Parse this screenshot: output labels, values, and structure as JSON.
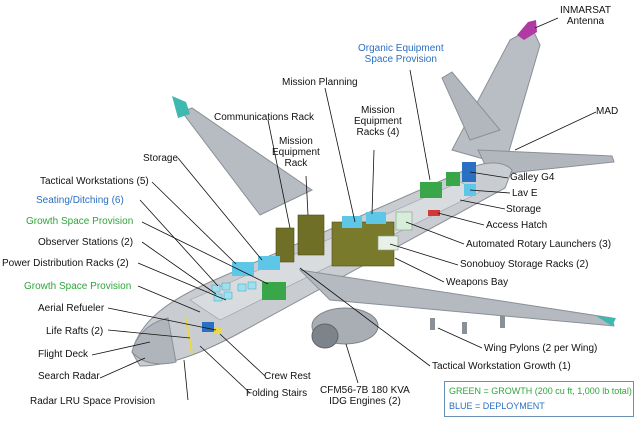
{
  "colors": {
    "growth": "#2fa63a",
    "deployment": "#2a6fc2",
    "fuselage": "#c9ccd0",
    "wing": "#b7bcc2",
    "tip_teal": "#3fb8b0",
    "antenna": "#b03aa3"
  },
  "labels": {
    "inmarsat": "INMARSAT",
    "antenna": "Antenna",
    "organic_equipment": "Organic Equipment",
    "space_provision": "Space Provision",
    "mission_planning": "Mission Planning",
    "communications_rack": "Communications Rack",
    "mission_equipment_racks_1": "Mission",
    "mission_equipment_racks_2": "Equipment",
    "mission_equipment_racks_3": "Racks (4)",
    "mission_equipment_rack_1": "Mission",
    "mission_equipment_rack_2": "Equipment",
    "mission_equipment_rack_3": "Rack",
    "mad": "MAD",
    "storage_top": "Storage",
    "tactical_workstations": "Tactical Workstations (5)",
    "seating_ditching": "Seating/Ditching (6)",
    "growth_space_provision_1": "Growth Space Provision",
    "observer_stations": "Observer Stations (2)",
    "power_distribution": "Power Distribution Racks (2)",
    "growth_space_provision_2": "Growth Space Provision",
    "aerial_refueler": "Aerial Refueler",
    "life_rafts": "Life Rafts (2)",
    "flight_deck": "Flight Deck",
    "search_radar": "Search Radar",
    "radar_lru": "Radar LRU Space Provision",
    "galley": "Galley G4",
    "lav": "Lav E",
    "storage_right": "Storage",
    "access_hatch": "Access Hatch",
    "rotary_launchers": "Automated Rotary Launchers (3)",
    "sonobuoy": "Sonobuoy Storage Racks (2)",
    "weapons_bay": "Weapons Bay",
    "wing_pylons": "Wing Pylons (2 per Wing)",
    "tactical_growth": "Tactical Workstation Growth (1)",
    "crew_rest": "Crew Rest",
    "folding_stairs": "Folding Stairs",
    "engine_1": "CFM56-7B 180 KVA",
    "engine_2": "IDG Engines (2)"
  },
  "legend": {
    "growth": "GREEN = GROWTH (200 cu ft, 1,000 lb total)",
    "deployment": "BLUE = DEPLOYMENT"
  }
}
